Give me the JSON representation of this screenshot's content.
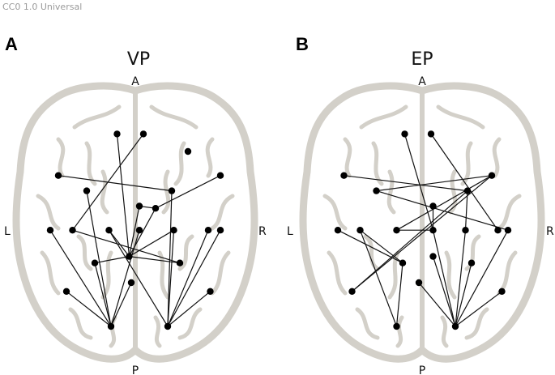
{
  "license": "CC0 1.0 Universal",
  "orientation": {
    "anterior": "A",
    "posterior": "P",
    "left": "L",
    "right": "R"
  },
  "panels": [
    {
      "letter": "A",
      "title": "VP",
      "nodes": [
        [
          0.41,
          0.12
        ],
        [
          0.76,
          0.2
        ],
        [
          0.12,
          0.31
        ],
        [
          0.92,
          0.31
        ],
        [
          0.26,
          0.38
        ],
        [
          0.68,
          0.38
        ],
        [
          0.52,
          0.45
        ],
        [
          0.08,
          0.56
        ],
        [
          0.92,
          0.56
        ],
        [
          0.19,
          0.56
        ],
        [
          0.37,
          0.56
        ],
        [
          0.52,
          0.56
        ],
        [
          0.69,
          0.56
        ],
        [
          0.86,
          0.56
        ],
        [
          0.48,
          0.8
        ],
        [
          0.3,
          0.71
        ],
        [
          0.72,
          0.71
        ],
        [
          0.16,
          0.84
        ],
        [
          0.87,
          0.84
        ],
        [
          0.38,
          1.0
        ],
        [
          0.66,
          1.0
        ],
        [
          0.47,
          0.68
        ],
        [
          0.6,
          0.46
        ],
        [
          0.54,
          0.12
        ]
      ],
      "edges": [
        [
          0,
          21
        ],
        [
          23,
          9
        ],
        [
          2,
          5
        ],
        [
          3,
          22
        ],
        [
          4,
          19
        ],
        [
          5,
          20
        ],
        [
          6,
          21
        ],
        [
          7,
          19
        ],
        [
          8,
          20
        ],
        [
          9,
          16
        ],
        [
          10,
          21
        ],
        [
          10,
          20
        ],
        [
          11,
          19
        ],
        [
          12,
          21
        ],
        [
          13,
          20
        ],
        [
          14,
          19
        ],
        [
          15,
          21
        ],
        [
          15,
          19
        ],
        [
          17,
          19
        ],
        [
          18,
          20
        ],
        [
          6,
          22
        ],
        [
          22,
          21
        ],
        [
          16,
          21
        ],
        [
          12,
          20
        ]
      ]
    },
    {
      "letter": "B",
      "title": "EP",
      "nodes": [
        [
          0.41,
          0.12
        ],
        [
          0.54,
          0.12
        ],
        [
          0.11,
          0.31
        ],
        [
          0.84,
          0.31
        ],
        [
          0.27,
          0.38
        ],
        [
          0.55,
          0.45
        ],
        [
          0.72,
          0.38
        ],
        [
          0.08,
          0.56
        ],
        [
          0.92,
          0.56
        ],
        [
          0.19,
          0.56
        ],
        [
          0.37,
          0.56
        ],
        [
          0.55,
          0.56
        ],
        [
          0.71,
          0.56
        ],
        [
          0.87,
          0.56
        ],
        [
          0.48,
          0.8
        ],
        [
          0.4,
          0.71
        ],
        [
          0.74,
          0.71
        ],
        [
          0.15,
          0.84
        ],
        [
          0.89,
          0.84
        ],
        [
          0.37,
          1.0
        ],
        [
          0.66,
          1.0
        ],
        [
          0.55,
          0.68
        ]
      ],
      "edges": [
        [
          0,
          11
        ],
        [
          1,
          13
        ],
        [
          2,
          6
        ],
        [
          3,
          4
        ],
        [
          3,
          10
        ],
        [
          3,
          17
        ],
        [
          4,
          8
        ],
        [
          5,
          11
        ],
        [
          6,
          12
        ],
        [
          6,
          17
        ],
        [
          7,
          15
        ],
        [
          8,
          20
        ],
        [
          9,
          19
        ],
        [
          9,
          15
        ],
        [
          10,
          11
        ],
        [
          11,
          20
        ],
        [
          12,
          20
        ],
        [
          14,
          20
        ],
        [
          15,
          19
        ],
        [
          16,
          20
        ],
        [
          18,
          20
        ],
        [
          21,
          20
        ]
      ]
    }
  ]
}
